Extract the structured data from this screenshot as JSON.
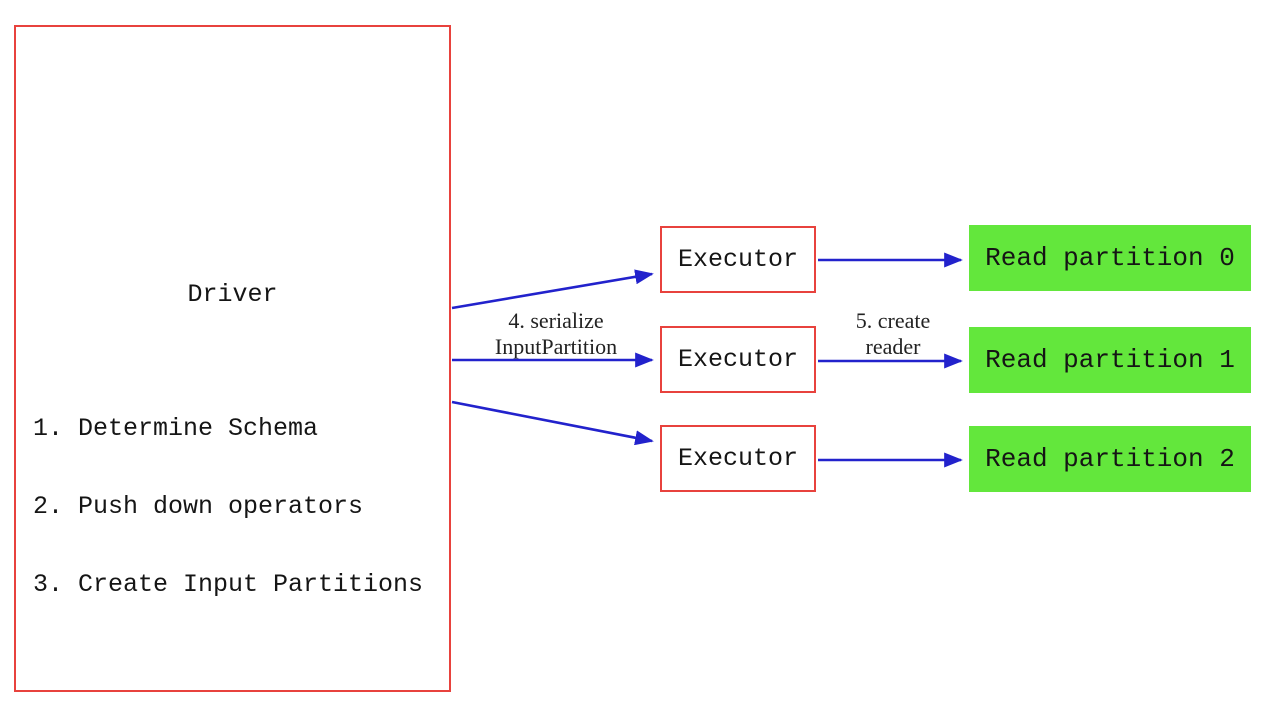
{
  "diagram": {
    "driver": {
      "title": "Driver",
      "steps": [
        "1. Determine Schema",
        "2. Push down operators",
        "3. Create Input Partitions"
      ]
    },
    "executors": [
      {
        "label": "Executor"
      },
      {
        "label": "Executor"
      },
      {
        "label": "Executor"
      }
    ],
    "partitions": [
      {
        "label": "Read partition 0"
      },
      {
        "label": "Read partition 1"
      },
      {
        "label": "Read partition 2"
      }
    ],
    "arrow_labels": {
      "serialize": {
        "line1": "4. serialize",
        "line2": "InputPartition"
      },
      "create_reader": {
        "line1": "5. create",
        "line2": "reader"
      }
    },
    "colors": {
      "box_border": "#e8423d",
      "partition_fill": "#63e73c",
      "arrow": "#2222cc",
      "text": "#151515",
      "bg": "#ffffff"
    }
  }
}
